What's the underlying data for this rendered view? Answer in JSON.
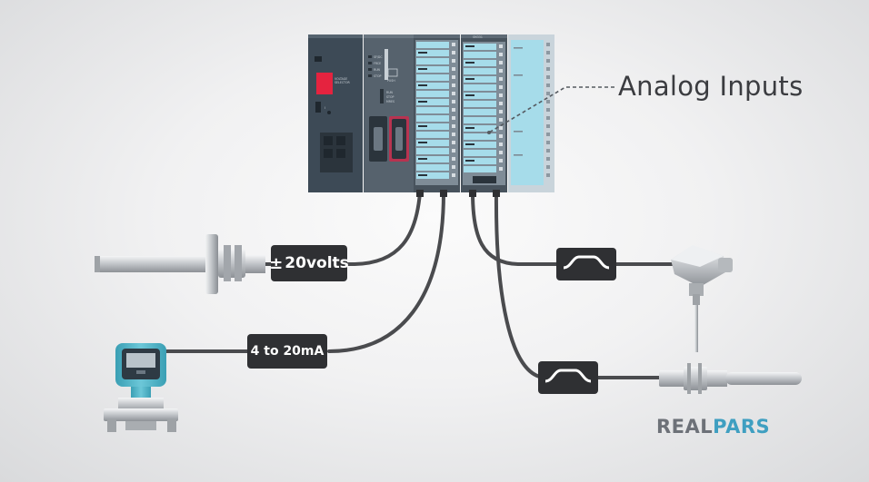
{
  "callout": {
    "label": "Analog Inputs"
  },
  "signals": {
    "voltage_label_sign": "±",
    "voltage_label": "20volts",
    "current_label": "4 to 20mA"
  },
  "brand": {
    "part1": "REAL",
    "part2": "PARS"
  },
  "colors": {
    "cable": "#4a4b4e",
    "tag_bg": "#2f3033",
    "module_dark": "#4a5560",
    "module_light": "#a6dcea",
    "led_red": "#e5233f",
    "brand_gray": "#6d7178",
    "brand_blue": "#3f9fc1",
    "transmitter_teal": "#4fb3c6"
  },
  "icons": {
    "filter": "wave-filter-icon",
    "sensors": [
      "voltage-probe-icon",
      "pressure-transmitter-icon",
      "thermocouple-head-icon",
      "rtd-probe-icon"
    ]
  }
}
